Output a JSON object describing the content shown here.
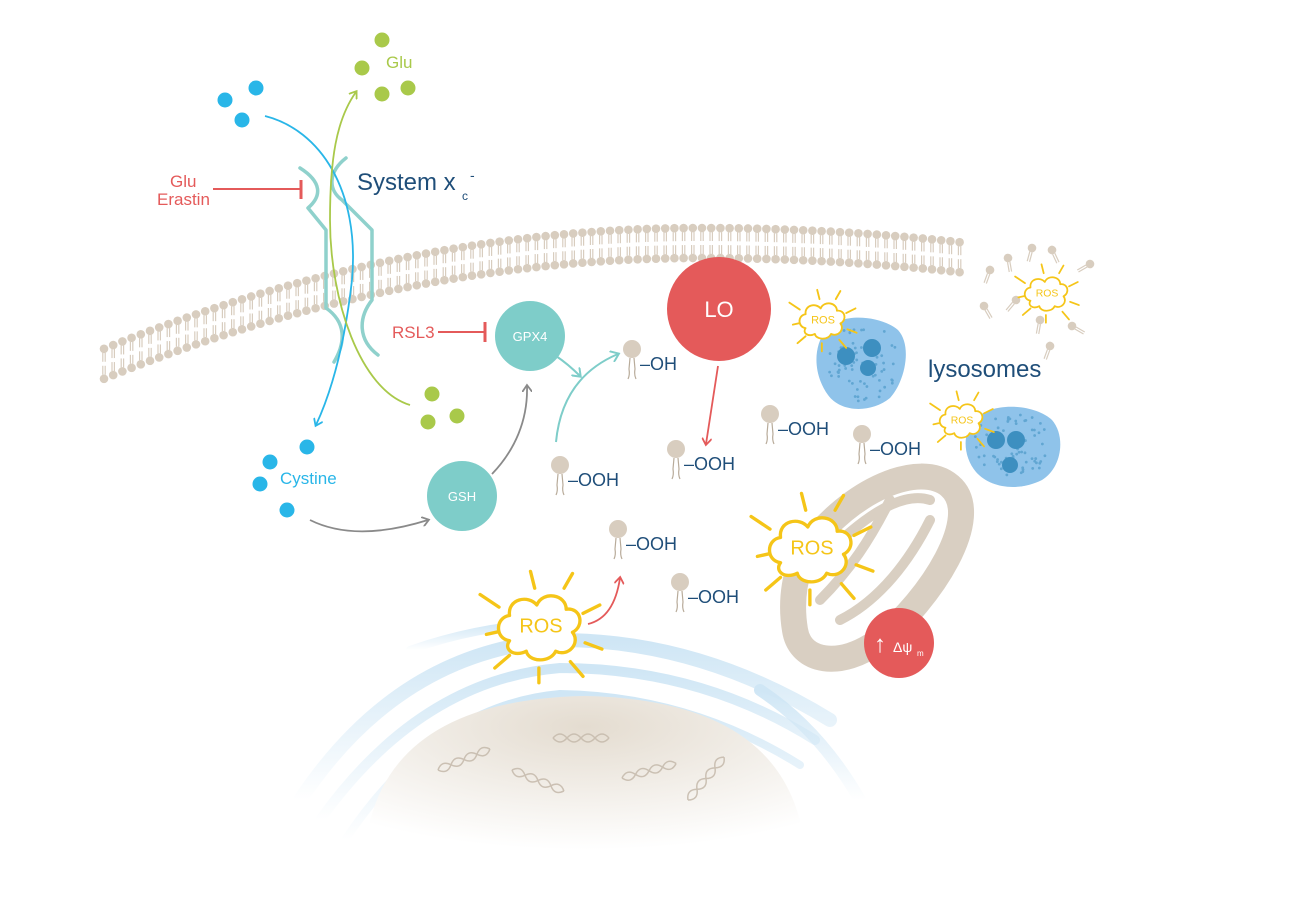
{
  "labels": {
    "glu_out": "Glu",
    "system_xc_main": "System x",
    "system_xc_sub": "c",
    "system_xc_sup": "-",
    "inhibitor_glu": "Glu",
    "inhibitor_erastin": "Erastin",
    "rsl3": "RSL3",
    "gpx4": "GPX4",
    "gsh": "GSH",
    "cystine": "Cystine",
    "lo": "LO",
    "lysosomes": "lysosomes",
    "ros": "ROS",
    "oh": "–OH",
    "ooh": "–OOH",
    "delta_psi": "Δψ",
    "delta_psi_sub": "m",
    "up_arrow": "↑"
  },
  "colors": {
    "cystine_blue": "#29b6e8",
    "glu_green": "#a9c94a",
    "inhibitor_red": "#e45a5a",
    "teal": "#7ecdc9",
    "navy": "#1f4e79",
    "membrane": "#d8cdbf",
    "ros_yellow": "#f5c518",
    "lysosome_blue": "#8fc3ea",
    "lysosome_dark": "#3d8fc0",
    "mito": "#d9cfc2",
    "nucleus_er": "#cfe6f5"
  }
}
